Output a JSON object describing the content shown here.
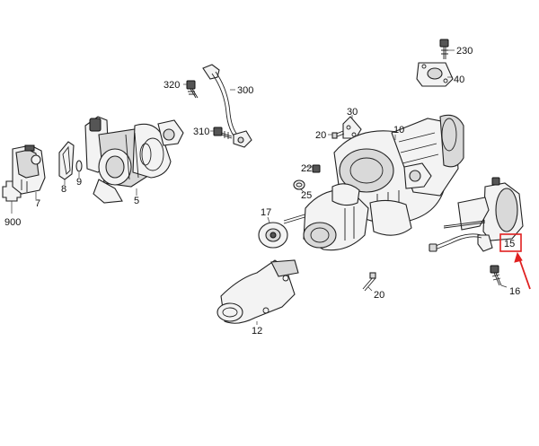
{
  "diagram": {
    "part_labels": {
      "p900": "900",
      "p7": "7",
      "p8": "8",
      "p9": "9",
      "p5": "5",
      "p320": "320",
      "p310": "310",
      "p300": "300",
      "p230": "230",
      "p40": "40",
      "p30": "30",
      "p10": "10",
      "p20a": "20",
      "p22": "22",
      "p25": "25",
      "p17": "17",
      "p20b": "20",
      "p12": "12",
      "p15": "15",
      "p16": "16"
    },
    "highlight_color": "#e02020",
    "highlighted_part": "15"
  }
}
